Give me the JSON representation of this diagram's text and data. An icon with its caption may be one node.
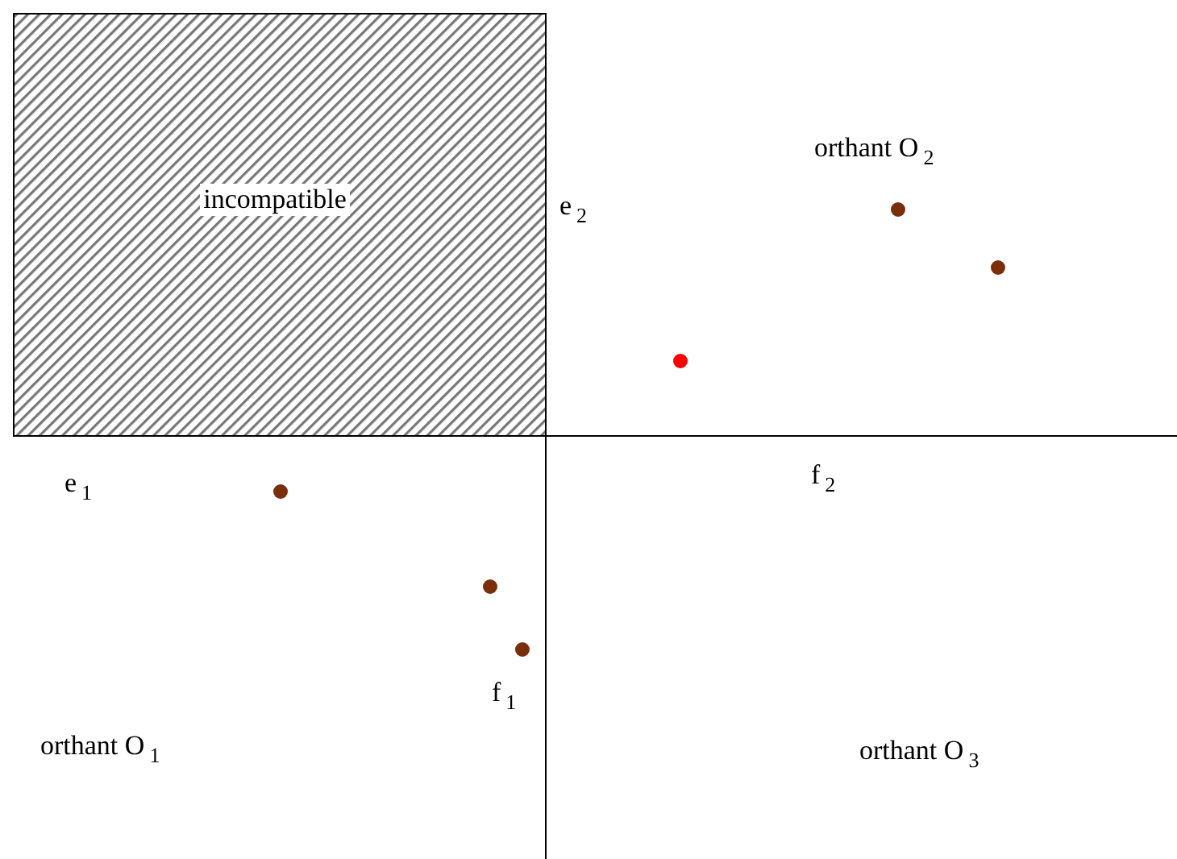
{
  "diagram": {
    "nodes": [
      {
        "text": [
          "incompatible"
        ]
      }
    ],
    "labels": [
      "orthant O$_{2}$",
      "e$_{2}$",
      "e$_{1}$",
      "f$_{2}$",
      "f$_{1}$",
      "orthant O$_{1}$",
      "orthant O$_{3}$"
    ]
  }
}
